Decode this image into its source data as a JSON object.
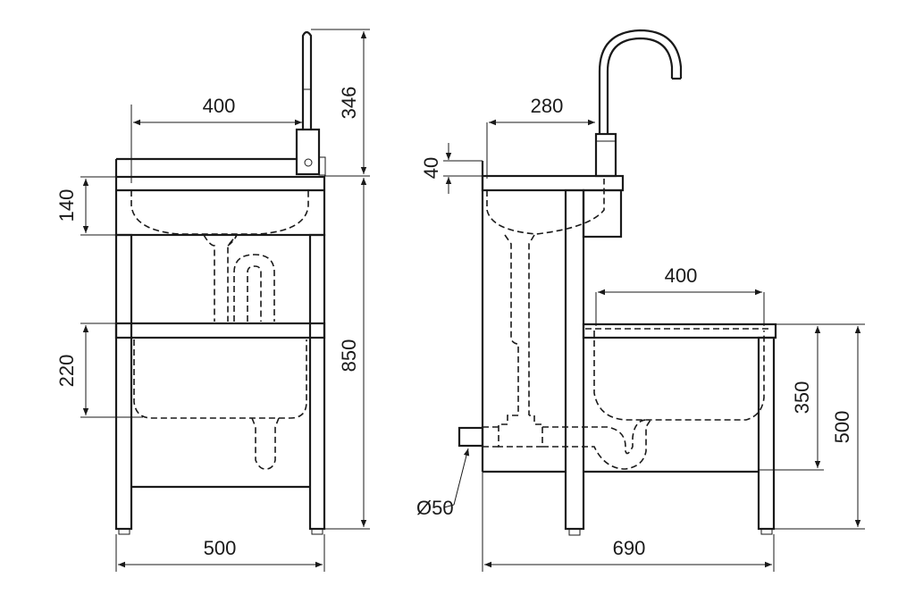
{
  "drawing": {
    "front_view": {
      "dimensions": {
        "basin_width": "400",
        "faucet_height": "346",
        "basin_depth": "140",
        "total_height": "850",
        "lower_sink_depth": "220",
        "total_width": "500"
      }
    },
    "side_view": {
      "dimensions": {
        "basin_to_faucet": "280",
        "backsplash_height": "40",
        "lower_sink_width": "400",
        "lower_sink_height": "350",
        "lower_table_height": "500",
        "total_depth": "690",
        "drain_diameter": "Ø50"
      }
    },
    "colors": {
      "line": "#1a1a1a",
      "background": "#ffffff"
    }
  }
}
